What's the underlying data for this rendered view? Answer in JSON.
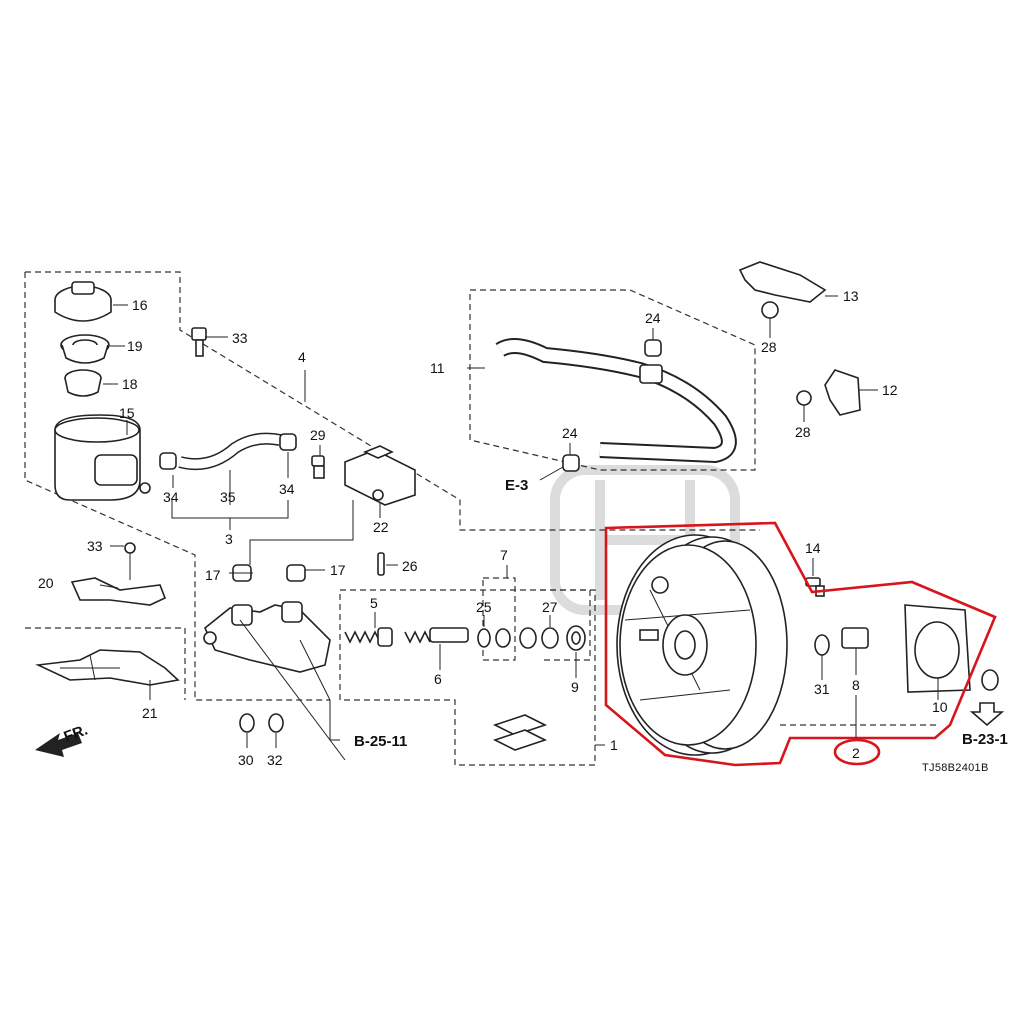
{
  "diagram": {
    "callouts": [
      "1",
      "2",
      "3",
      "4",
      "5",
      "6",
      "8",
      "9",
      "10",
      "11",
      "12",
      "13",
      "14",
      "15",
      "16",
      "17",
      "17",
      "18",
      "19",
      "20",
      "21",
      "22",
      "24",
      "24",
      "25",
      "26",
      "27",
      "28",
      "28",
      "29",
      "30",
      "31",
      "32",
      "33",
      "33",
      "34",
      "34",
      "35",
      "7"
    ],
    "refs": {
      "e3": "E-3",
      "b2511": "B-25-11",
      "b231": "B-23-1",
      "front": "FR."
    },
    "code": "TJ58B2401B"
  },
  "colors": {
    "highlight": "#d8141c",
    "line": "#222222"
  }
}
